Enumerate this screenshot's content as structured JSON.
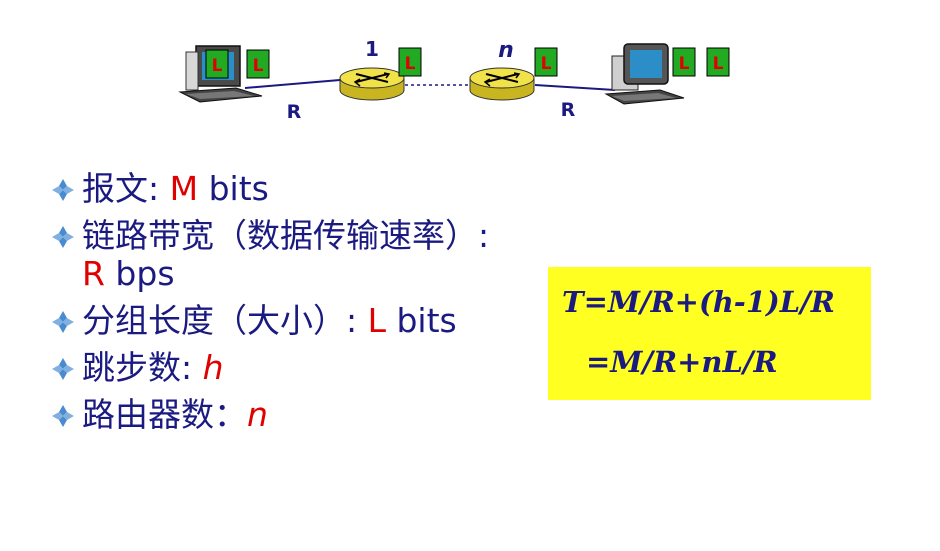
{
  "diagram": {
    "router1_label": "1",
    "routerN_label": "n",
    "link_left_label": "R",
    "link_right_label": "R",
    "packet_label": "L"
  },
  "bullets": [
    {
      "text": "报文: ",
      "highlight": "M",
      "suffix": " bits",
      "highlight_italic": false
    },
    {
      "text": "链路带宽（数据传输速率）: ",
      "highlight": "R",
      "suffix": " bps",
      "highlight_italic": false
    },
    {
      "text": "分组长度（大小）: ",
      "highlight": "L",
      "suffix": " bits",
      "highlight_italic": false
    },
    {
      "text": "跳步数: ",
      "highlight": "h",
      "suffix": "",
      "highlight_italic": true
    },
    {
      "text": "路由器数：",
      "highlight": "n",
      "suffix": "",
      "highlight_italic": true
    }
  ],
  "formula": {
    "line1": "T=M/R+(h-1)L/R",
    "line2": "=M/R+nL/R"
  },
  "colors": {
    "text_blue": "#1a1a80",
    "highlight_red": "#e00000",
    "packet_green": "#22aa22",
    "router_yellow": "#f2e24a",
    "formula_bg": "#ffff22"
  }
}
